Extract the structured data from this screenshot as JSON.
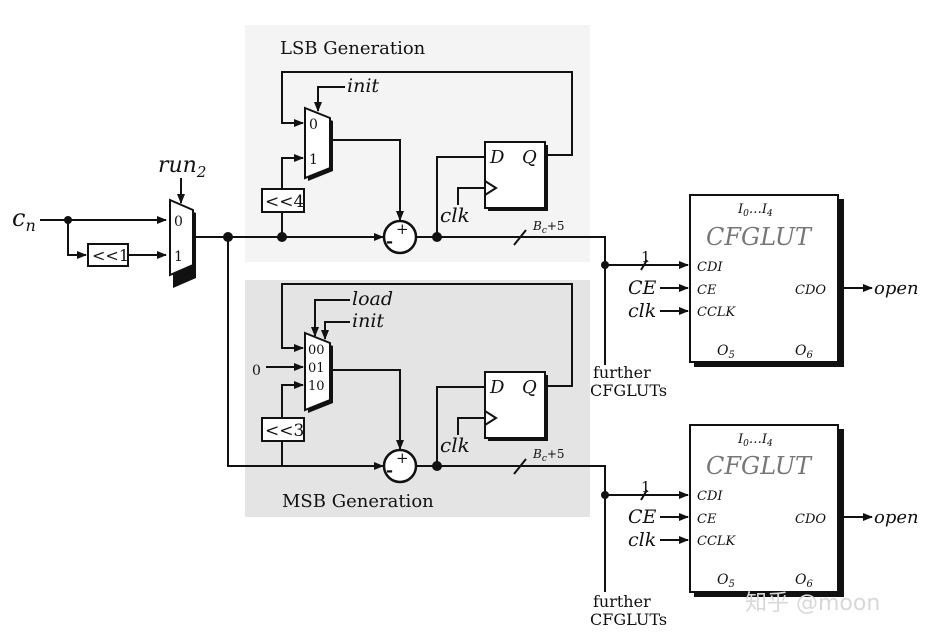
{
  "panels": {
    "lsb_title": "LSB Generation",
    "msb_title": "MSB Generation",
    "lsb_color": "#f4f4f4",
    "msb_color": "#e4e4e4"
  },
  "input": {
    "base": "c",
    "sub": "n"
  },
  "top_mux": {
    "select": {
      "base": "run",
      "sub": "2"
    },
    "in0": "0",
    "in1": "1"
  },
  "shift1": "<<1",
  "lsb": {
    "shift": "<<4",
    "select": "init",
    "in0": "0",
    "in1": "1",
    "ff_d": "D",
    "ff_q": "Q",
    "clk": "clk",
    "width": {
      "base": "B",
      "sub": "c",
      "tail": "+5"
    },
    "plus": "+",
    "minus": "-"
  },
  "msb": {
    "shift": "<<3",
    "select_a": "load",
    "select_b": "init",
    "const_in": "0",
    "in00": "00",
    "in01": "01",
    "in10": "10",
    "ff_d": "D",
    "ff_q": "Q",
    "clk": "clk",
    "width": {
      "base": "B",
      "sub": "c",
      "tail": "+5"
    },
    "plus": "+",
    "minus": "-"
  },
  "cfgluts": [
    {
      "inputs": {
        "a": "I",
        "a_sub": "0",
        "dots": "…",
        "b": "I",
        "b_sub": "4"
      },
      "title": "CFGLUT",
      "cdi": "CDI",
      "ce": "CE",
      "cclk": "CCLK",
      "cdo": "CDO",
      "o5": {
        "base": "O",
        "sub": "5"
      },
      "o6": {
        "base": "O",
        "sub": "6"
      },
      "ce_in": "CE",
      "clk_in": "clk",
      "out": "open",
      "bus_width": "1",
      "further": "further",
      "further2": "CFGLUTs"
    },
    {
      "inputs": {
        "a": "I",
        "a_sub": "0",
        "dots": "…",
        "b": "I",
        "b_sub": "4"
      },
      "title": "CFGLUT",
      "cdi": "CDI",
      "ce": "CE",
      "cclk": "CCLK",
      "cdo": "CDO",
      "o5": {
        "base": "O",
        "sub": "5"
      },
      "o6": {
        "base": "O",
        "sub": "6"
      },
      "ce_in": "CE",
      "clk_in": "clk",
      "out": "open",
      "bus_width": "1",
      "further": "further",
      "further2": "CFGLUTs"
    }
  ],
  "watermark": "知乎 @moon"
}
